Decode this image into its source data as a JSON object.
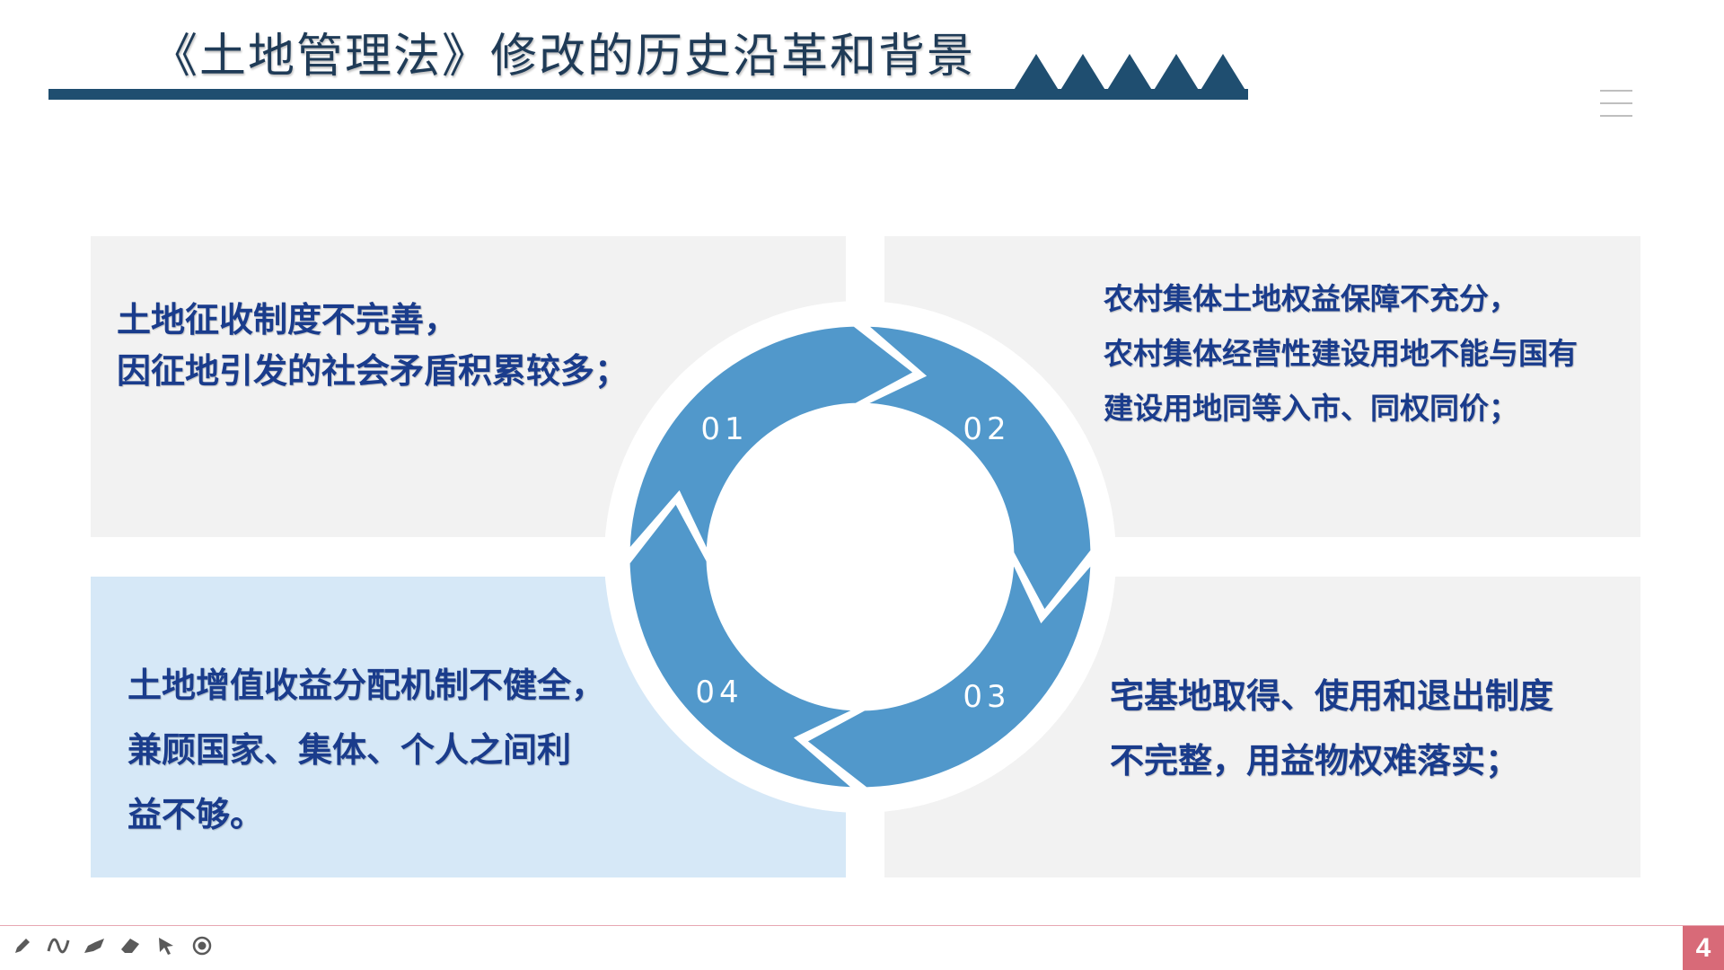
{
  "slide": {
    "title": "《土地管理法》修改的历史沿革和背景",
    "page_number": "4"
  },
  "colors": {
    "title_bar": "#1f4e70",
    "cycle_blue": "#5198cb",
    "panel_gray": "#f2f2f2",
    "panel_highlight": "#d6e8f7",
    "text_blue": "#1a3c8c",
    "page_badge": "#d86a78"
  },
  "cycle": {
    "labels": [
      "01",
      "02",
      "03",
      "04"
    ]
  },
  "panels": {
    "top_left": {
      "lines": [
        "土地征收制度不完善，",
        "因征地引发的社会矛盾积累较多；"
      ]
    },
    "top_right": {
      "lines": [
        "农村集体土地权益保障不充分，",
        "农村集体经营性建设用地不能与国有",
        "建设用地同等入市、同权同价；"
      ]
    },
    "bottom_left": {
      "lines": [
        "土地增值收益分配机制不健全，",
        "兼顾国家、集体、个人之间利",
        "益不够。"
      ]
    },
    "bottom_right": {
      "lines": [
        "宅基地取得、使用和退出制度",
        "不完整，用益物权难落实；"
      ]
    }
  },
  "toolbar": {
    "icons": [
      "pen-icon",
      "curve-icon",
      "brush-icon",
      "eraser-icon",
      "pointer-icon",
      "record-icon"
    ]
  }
}
